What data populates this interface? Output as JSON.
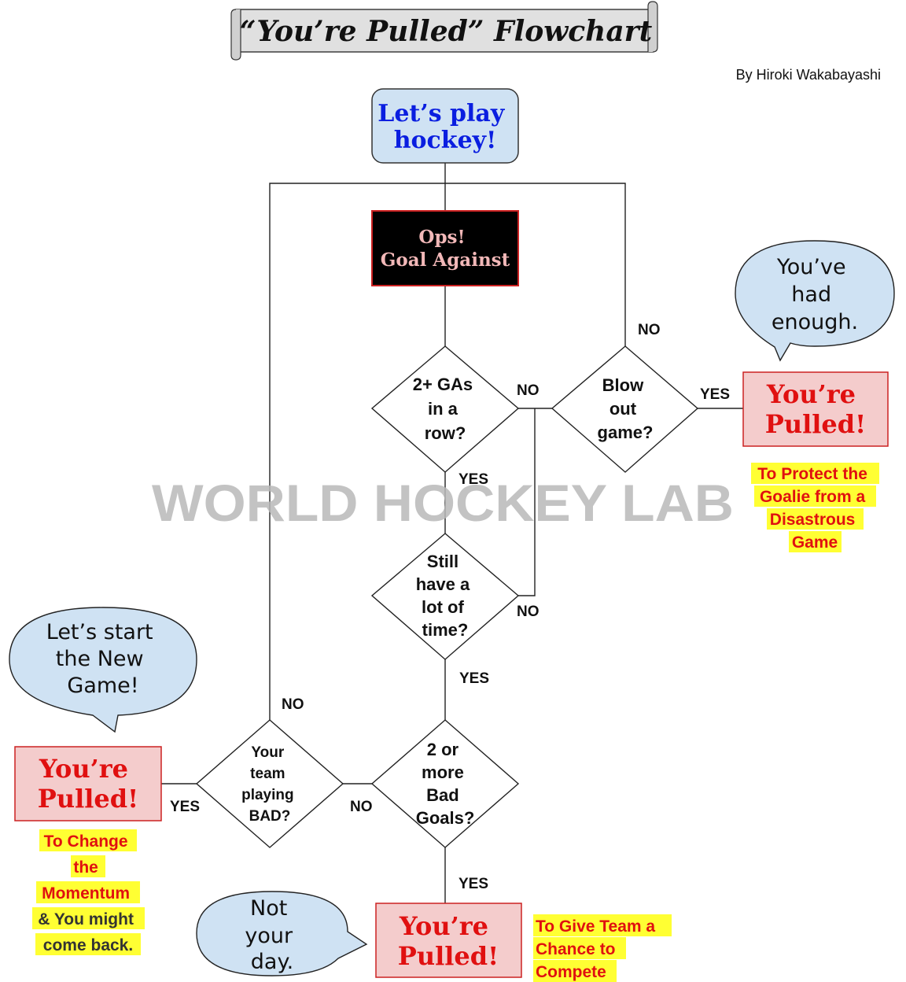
{
  "title": "“You’re Pulled” Flowchart",
  "author": "By Hiroki Wakabayashi",
  "watermark": "WORLD HOCKEY LAB",
  "start": {
    "lines": [
      "Let’s play",
      "hockey!"
    ]
  },
  "event": {
    "lines": [
      "Ops!",
      "Goal Against"
    ]
  },
  "decisions": {
    "two_gas": {
      "lines": [
        "2+ GAs",
        "in a",
        "row?"
      ]
    },
    "blowout": {
      "lines": [
        "Blow",
        "out",
        "game?"
      ]
    },
    "time": {
      "lines": [
        "Still",
        "have a",
        "lot of",
        "time?"
      ]
    },
    "bad_goals": {
      "lines": [
        "2 or",
        "more",
        "Bad",
        "Goals?"
      ]
    },
    "team_bad": {
      "lines": [
        "Your",
        "team",
        "playing",
        "BAD?"
      ]
    }
  },
  "edges": {
    "blowout_no": "NO",
    "two_gas_no": "NO",
    "blowout_yes": "YES",
    "two_gas_yes": "YES",
    "time_no": "NO",
    "time_yes": "YES",
    "team_no": "NO",
    "team_yes": "YES",
    "bad_no": "NO",
    "bad_yes": "YES"
  },
  "outcomes": {
    "right": {
      "lines": [
        "You’re",
        "Pulled!"
      ]
    },
    "left": {
      "lines": [
        "You’re",
        "Pulled!"
      ]
    },
    "bottom": {
      "lines": [
        "You’re",
        "Pulled!"
      ]
    }
  },
  "bubbles": {
    "right": {
      "lines": [
        "You’ve",
        "had",
        "enough."
      ]
    },
    "left": {
      "lines": [
        "Let’s start",
        "the New",
        "Game!"
      ]
    },
    "bottom": {
      "lines": [
        "Not",
        "your",
        "day."
      ]
    }
  },
  "reasons": {
    "right": {
      "lines": [
        "To Protect the",
        "Goalie from a",
        "Disastrous",
        "Game"
      ]
    },
    "left": {
      "lines": [
        "To Change",
        "the",
        "Momentum",
        "& You might",
        "come back."
      ]
    },
    "bottom": {
      "lines": [
        "To Give Team a",
        "Chance to",
        "Compete"
      ]
    }
  },
  "colors": {
    "accent_red": "#e01010",
    "start_blue": "#0a1ee0",
    "box_fill": "#cfe2f3",
    "pulled_fill": "#f4cccc",
    "highlight": "#ffff33"
  }
}
